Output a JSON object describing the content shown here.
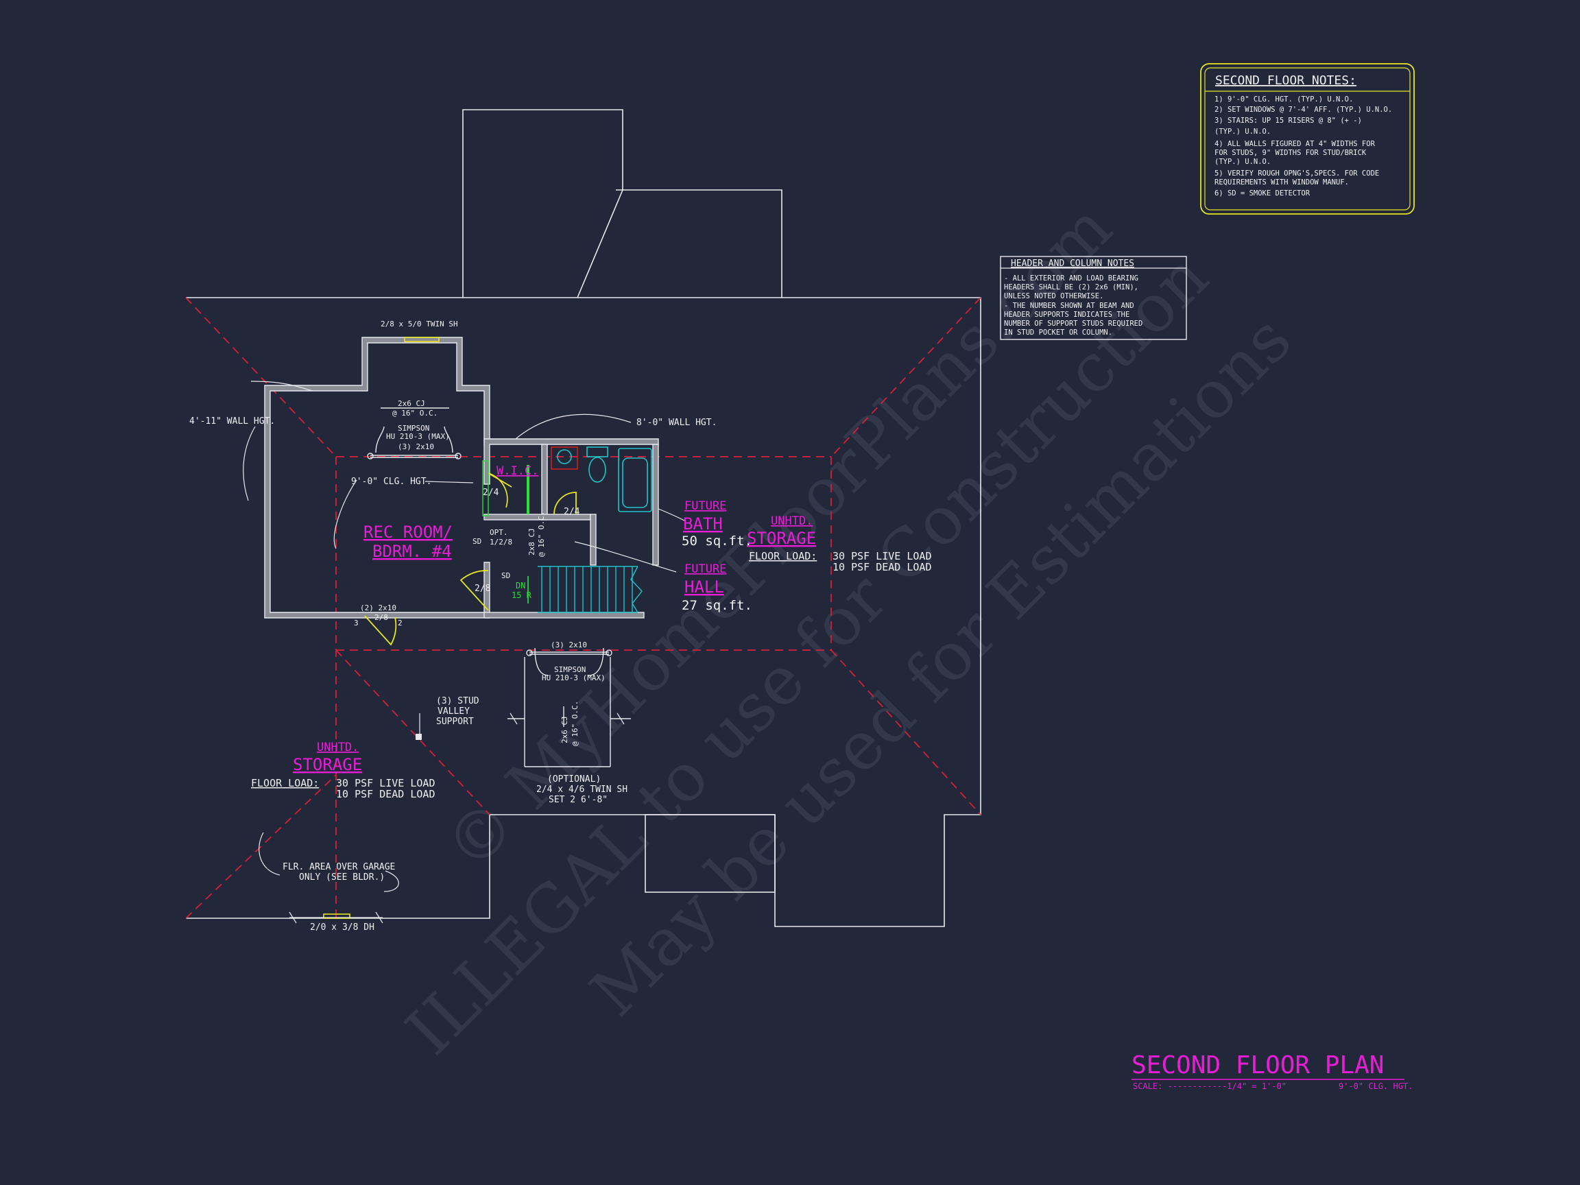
{
  "watermark": {
    "line1": "© MyHomeFloorPlans.com",
    "line2": "ILLEGAL to use for Construction",
    "line3": "May be used for Estimations"
  },
  "second_floor_notes": {
    "title": "SECOND FLOOR NOTES:",
    "lines": [
      "1) 9'-0\"  CLG. HGT. (TYP.) U.N.O.",
      "2) SET WINDOWS @ 7'-4' AFF. (TYP.) U.N.O.",
      "3) STAIRS: UP 15 RISERS @ 8\" (+ -)",
      "   (TYP.) U.N.O.",
      "4) ALL WALLS FIGURED AT 4\" WIDTHS FOR",
      "   FOR STUDS, 9\" WIDTHS FOR STUD/BRICK",
      "   (TYP.) U.N.O.",
      "5) VERIFY ROUGH OPNG'S,SPECS. FOR CODE",
      "   REQUIREMENTS WITH WINDOW MANUF.",
      "6) SD = SMOKE DETECTOR"
    ]
  },
  "header_notes": {
    "title": "HEADER AND COLUMN NOTES",
    "lines": [
      "- ALL EXTERIOR AND LOAD BEARING",
      "HEADERS SHALL BE (2) 2x6 (MIN),",
      "UNLESS NOTED OTHERWISE.",
      "- THE NUMBER SHOWN AT BEAM AND",
      "HEADER SUPPORTS INDICATES THE",
      "NUMBER OF SUPPORT STUDS REQUIRED",
      "IN STUD POCKET OR COLUMN."
    ]
  },
  "rooms": {
    "rec_room": {
      "line1": "REC ROOM/",
      "line2": "BDRM. #4"
    },
    "wic": "W.I.C.",
    "bath": {
      "line1": "FUTURE",
      "line2": "BATH",
      "area": "50 sq.ft."
    },
    "hall": {
      "line1": "FUTURE",
      "line2": "HALL",
      "area": "27 sq.ft."
    },
    "storage_right": {
      "line1": "UNHTD.",
      "line2": "STORAGE"
    },
    "storage_left": {
      "line1": "UNHTD.",
      "line2": "STORAGE"
    }
  },
  "loads": {
    "label": "FLOOR LOAD:",
    "live": "30 PSF LIVE LOAD",
    "dead": "10 PSF DEAD LOAD"
  },
  "labels": {
    "window_top": "2/8 x 5/0 TWIN SH",
    "cj_top_1": "2x6 CJ",
    "cj_top_2": "@ 16\" O.C.",
    "simpson_top_1": "SIMPSON",
    "simpson_top_2": "HU 210-3 (MAX)",
    "beam_top": "(3) 2x10",
    "wall_hgt_left": "4'-11\" WALL HGT.",
    "wall_hgt_right": "8'-0\" WALL HGT.",
    "clg_hgt": "9'-0\" CLG. HGT.",
    "door_24a": "2/4",
    "door_24b": "2/4",
    "door_28": "2/8",
    "opt_1": "OPT.",
    "opt_2": "1/2/8",
    "sd_1": "SD",
    "sd_2": "SD",
    "cj_mid": "2x8 CJ",
    "cj_mid_2": "@ 16\" O.C.",
    "stair_dn": "DN",
    "stair_r": "15 R",
    "header_rec": "(2) 2x10",
    "header_rec_door": "2/8",
    "stud_3": "3",
    "stud_2": "2",
    "beam_bottom": "(3) 2x10",
    "simpson_bot_1": "SIMPSON",
    "simpson_bot_2": "HU 210-3 (MAX)",
    "cj_bot": "2x6 CJ",
    "cj_bot_2": "@ 16\" O.C.",
    "optional": "(OPTIONAL)",
    "window_bot": "2/4 x 4/6 TWIN SH",
    "window_bot_2": "SET 2 6'-8\"",
    "stud_valley_1": "(3) STUD",
    "stud_valley_2": "VALLEY",
    "stud_valley_3": "SUPPORT",
    "garage_1": "FLR. AREA OVER GARAGE",
    "garage_2": "ONLY (SEE BLDR.)",
    "window_garage": "2/0 x 3/8 DH"
  },
  "plan_title": {
    "title": "SECOND FLOOR PLAN",
    "scale": "SCALE: ------------1/4\" = 1'-0\"",
    "clg": "9'-0\" CLG. HGT."
  },
  "colors": {
    "background": "#222839",
    "accent_magenta": "#e81ed6",
    "roof_red": "#d61f3c",
    "note_yellow": "#e6e61e"
  }
}
